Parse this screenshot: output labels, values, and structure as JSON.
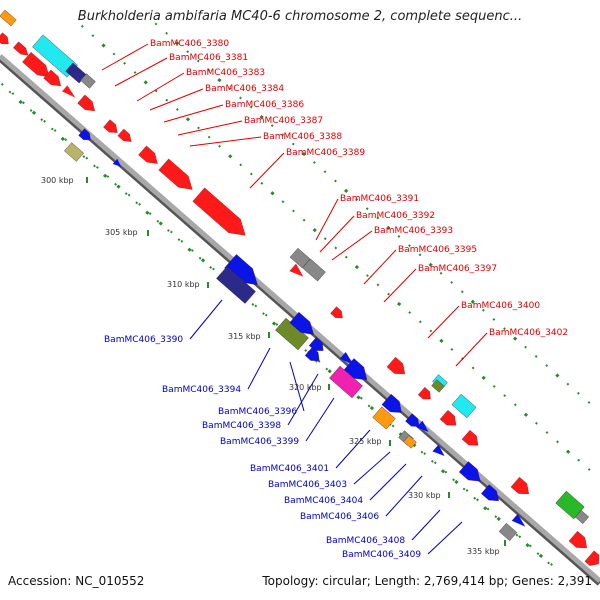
{
  "title": "Burkholderia ambifaria MC40-6 chromosome 2, complete sequenc...",
  "footer": {
    "accession": "Accession: NC_010552",
    "topology": "Topology: circular; Length: 2,769,414 bp; Genes: 2,391"
  },
  "colors": {
    "backbone": "#9a9a9a",
    "top_label": "#dd0000",
    "bottom_label": "#0000bb",
    "gc_tick": "#2a8a2a",
    "red_gene": "#ff1a1a",
    "blue_gene": "#0a14e6",
    "cyan_gene": "#22e8f0",
    "orange_gene": "#ff9a10",
    "magenta_gene": "#f020b0",
    "olive_gene": "#6e8a28",
    "navy_gene": "#2b2a8a",
    "khaki_gene": "#b8b46a",
    "green_gene": "#28b828",
    "gray_gene": "#888888"
  },
  "kbp_labels": [
    "300 kbp",
    "305 kbp",
    "310 kbp",
    "315 kbp",
    "320 kbp",
    "325 kbp",
    "330 kbp",
    "335 kbp"
  ],
  "top_genes": [
    "BamMC406_3380",
    "BamMC406_3381",
    "BamMC406_3383",
    "BamMC406_3384",
    "BamMC406_3386",
    "BamMC406_3387",
    "BamMC406_3388",
    "BamMC406_3389",
    "BamMC406_3391",
    "BamMC406_3392",
    "BamMC406_3393",
    "BamMC406_3395",
    "BamMC406_3397",
    "BamMC406_3400",
    "BamMC406_3402"
  ],
  "bottom_genes": [
    "BamMC406_3390",
    "BamMC406_3394",
    "BamMC406_3396",
    "BamMC406_3398",
    "BamMC406_3399",
    "BamMC406_3401",
    "BamMC406_3403",
    "BamMC406_3404",
    "BamMC406_3406",
    "BamMC406_3408",
    "BamMC406_3409"
  ]
}
